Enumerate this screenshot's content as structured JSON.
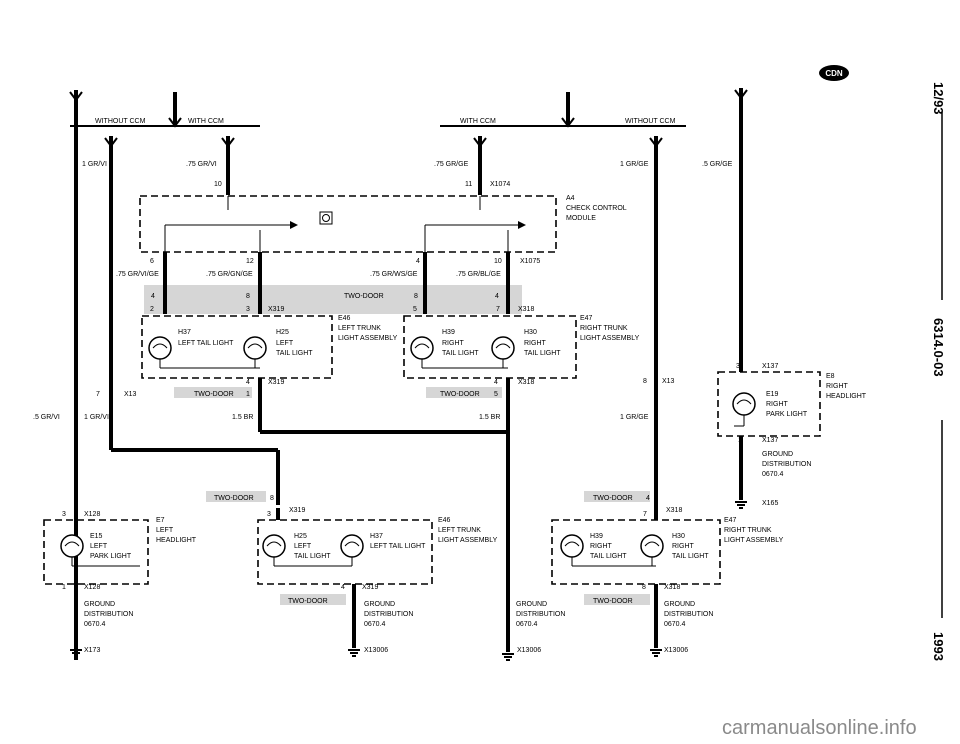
{
  "side_labels": {
    "date": "12/93",
    "doc_number": "6314.0-03",
    "year": "1993"
  },
  "cdn_badge": "CDN",
  "watermark": "carmanualsonline.info",
  "top": {
    "without_ccm_left": "WITHOUT CCM",
    "with_ccm_left": "WITH CCM",
    "with_ccm_right": "WITH CCM",
    "without_ccm_right": "WITHOUT CCM"
  },
  "wires": {
    "w_1grvi_left": "1 GR/VI",
    "w_75grvi": ".75 GR/VI",
    "w_75grge": ".75 GR/GE",
    "w_1grge_right": "1 GR/GE",
    "w_5grge": ".5 GR/GE",
    "w_75grvige": ".75 GR/VI/GE",
    "w_75grgnge": ".75 GR/GN/GE",
    "w_75grwsge": ".75 GR/WS/GE",
    "w_75grblge": ".75 GR/BL/GE",
    "w_5grvi": ".5 GR/VI",
    "w_1grvi_mid": "1 GR/VI",
    "w_15br_left": "1.5 BR",
    "w_15br_right": "1.5 BR",
    "w_1grge_mid": "1 GR/GE"
  },
  "pins": {
    "p10": "10",
    "p11": "11",
    "p6": "6",
    "p12": "12",
    "p4a": "4",
    "p10b": "10",
    "p4b": "4",
    "p8a": "8",
    "p8b": "8",
    "p4c": "4",
    "p2": "2",
    "p3a": "3",
    "p5": "5",
    "p7a": "7",
    "p4d": "4",
    "p1": "1",
    "p4e": "4",
    "p5b": "5",
    "p7b": "7",
    "p3b": "3",
    "p8c": "8",
    "p3c": "3",
    "p1b": "1",
    "p3d": "3",
    "p1c": "1",
    "p8d": "8",
    "p3e": "3",
    "p4f": "4",
    "p4g": "4",
    "p7c": "7",
    "p6b": "6",
    "p8e": "8"
  },
  "connectors": {
    "x1074": "X1074",
    "x1075": "X1075",
    "x319a": "X319",
    "x318a": "X318",
    "x319b": "X319",
    "x318b": "X318",
    "x13a": "X13",
    "x13b": "X13",
    "x137a": "X137",
    "x137b": "X137",
    "x165": "X165",
    "x128a": "X128",
    "x128b": "X128",
    "x319c": "X319",
    "x319d": "X319",
    "x318c": "X318",
    "x318d": "X318",
    "x173": "X173",
    "x13006a": "X13006",
    "x13006b": "X13006",
    "x13006c": "X13006"
  },
  "two_door": {
    "td_top_mid": "TWO-DOOR",
    "td_x319_1": "TWO-DOOR",
    "td_x318_5": "TWO-DOOR",
    "td_x319_8": "TWO-DOOR",
    "td_x319_1b": "TWO-DOOR",
    "td_x318_4": "TWO-DOOR",
    "td_x318_6": "TWO-DOOR"
  },
  "modules": {
    "a4_id": "A4",
    "a4_line1": "CHECK CONTROL",
    "a4_line2": "MODULE",
    "e46_id": "E46",
    "e46_line1": "LEFT TRUNK",
    "e46_line2": "LIGHT ASSEMBLY",
    "e47_id": "E47",
    "e47_line1": "RIGHT TRUNK",
    "e47_line2": "LIGHT ASSEMBLY",
    "e8_id": "E8",
    "e8_line1": "RIGHT",
    "e8_line2": "HEADLIGHT",
    "e7_id": "E7",
    "e7_line1": "LEFT",
    "e7_line2": "HEADLIGHT",
    "e46b_id": "E46",
    "e46b_line1": "LEFT TRUNK",
    "e46b_line2": "LIGHT ASSEMBLY",
    "e47b_id": "E47",
    "e47b_line1": "RIGHT TRUNK",
    "e47b_line2": "LIGHT ASSEMBLY"
  },
  "lamps": {
    "h37_id": "H37",
    "h37_l1": "LEFT TAIL LIGHT",
    "h25_id": "H25",
    "h25_l1": "LEFT",
    "h25_l2": "TAIL LIGHT",
    "h39_id": "H39",
    "h39_l1": "RIGHT",
    "h39_l2": "TAIL LIGHT",
    "h30_id": "H30",
    "h30_l1": "RIGHT",
    "h30_l2": "TAIL LIGHT",
    "e19_id": "E19",
    "e19_l1": "RIGHT",
    "e19_l2": "PARK LIGHT",
    "e15_id": "E15",
    "e15_l1": "LEFT",
    "e15_l2": "PARK LIGHT",
    "h25b_id": "H25",
    "h25b_l1": "LEFT",
    "h25b_l2": "TAIL LIGHT",
    "h37b_id": "H37",
    "h37b_l1": "LEFT TAIL LIGHT",
    "h39b_id": "H39",
    "h39b_l1": "RIGHT",
    "h39b_l2": "TAIL LIGHT",
    "h30b_id": "H30",
    "h30b_l1": "RIGHT",
    "h30b_l2": "TAIL LIGHT"
  },
  "grounds": {
    "g_right_top": [
      "GROUND",
      "DISTRIBUTION",
      "0670.4"
    ],
    "g1": [
      "GROUND",
      "DISTRIBUTION",
      "0670.4"
    ],
    "g2": [
      "GROUND",
      "DISTRIBUTION",
      "0670.4"
    ],
    "g3": [
      "GROUND",
      "DISTRIBUTION",
      "0670.4"
    ],
    "g4": [
      "GROUND",
      "DISTRIBUTION",
      "0670.4"
    ]
  }
}
